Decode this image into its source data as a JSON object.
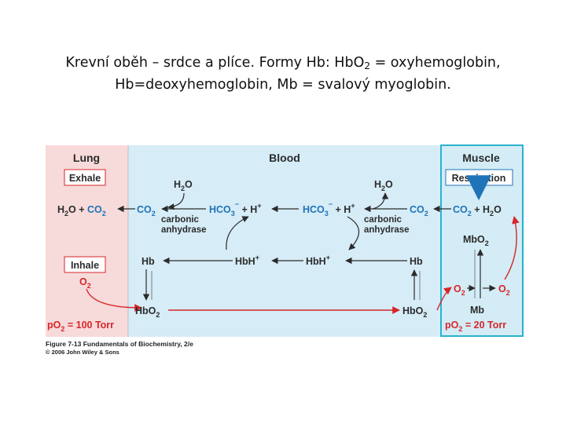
{
  "slide": {
    "title_line1_pre": "Krevní oběh – srdce  a plíce. Formy Hb: HbO",
    "title_line1_sub": "2",
    "title_line1_post": " = oxyhemoglobin,",
    "title_line2": "Hb=deoxyhemoglobin, Mb = svalový myoglobin."
  },
  "figure": {
    "sections": {
      "lung": "Lung",
      "blood": "Blood",
      "muscle": "Muscle"
    },
    "boxes": {
      "exhale": "Exhale",
      "inhale": "Inhale",
      "respiration": "Respiration"
    },
    "species": {
      "h2o": "H",
      "h2o_sub": "2",
      "h2o_end": "O",
      "co2": "CO",
      "co2_sub": "2",
      "hco3": "HCO",
      "hco3_sub": "3",
      "minus": "−",
      "plus_h": " + H",
      "plus": "+",
      "hb": "Hb",
      "hbh": "HbH",
      "hbo2": "HbO",
      "o2": "O",
      "mb": "Mb",
      "mbo2": "MbO",
      "two": "2"
    },
    "enzyme": {
      "line1": "carbonic",
      "line2": "anhydrase"
    },
    "pressure": {
      "lung_label": "pO",
      "lung_value": " = 100 Torr",
      "muscle_label": "pO",
      "muscle_value": " = 20 Torr",
      "sub": "2"
    },
    "lung_eq_plus": " + "
  },
  "caption": {
    "line1": "Figure 7-13  Fundamentals of Biochemistry, 2/e",
    "line2": "© 2006 John Wiley & Sons"
  },
  "colors": {
    "lung_bg": "#f7dada",
    "blood_bg": "#d6ecf7",
    "muscle_bg": "#d3ecf5",
    "muscle_border": "#2ab2cf",
    "red_text": "#d7262a",
    "blue_text": "#1f74b8",
    "dark_text": "#2b2b2b",
    "box_bg": "#ffffff"
  }
}
